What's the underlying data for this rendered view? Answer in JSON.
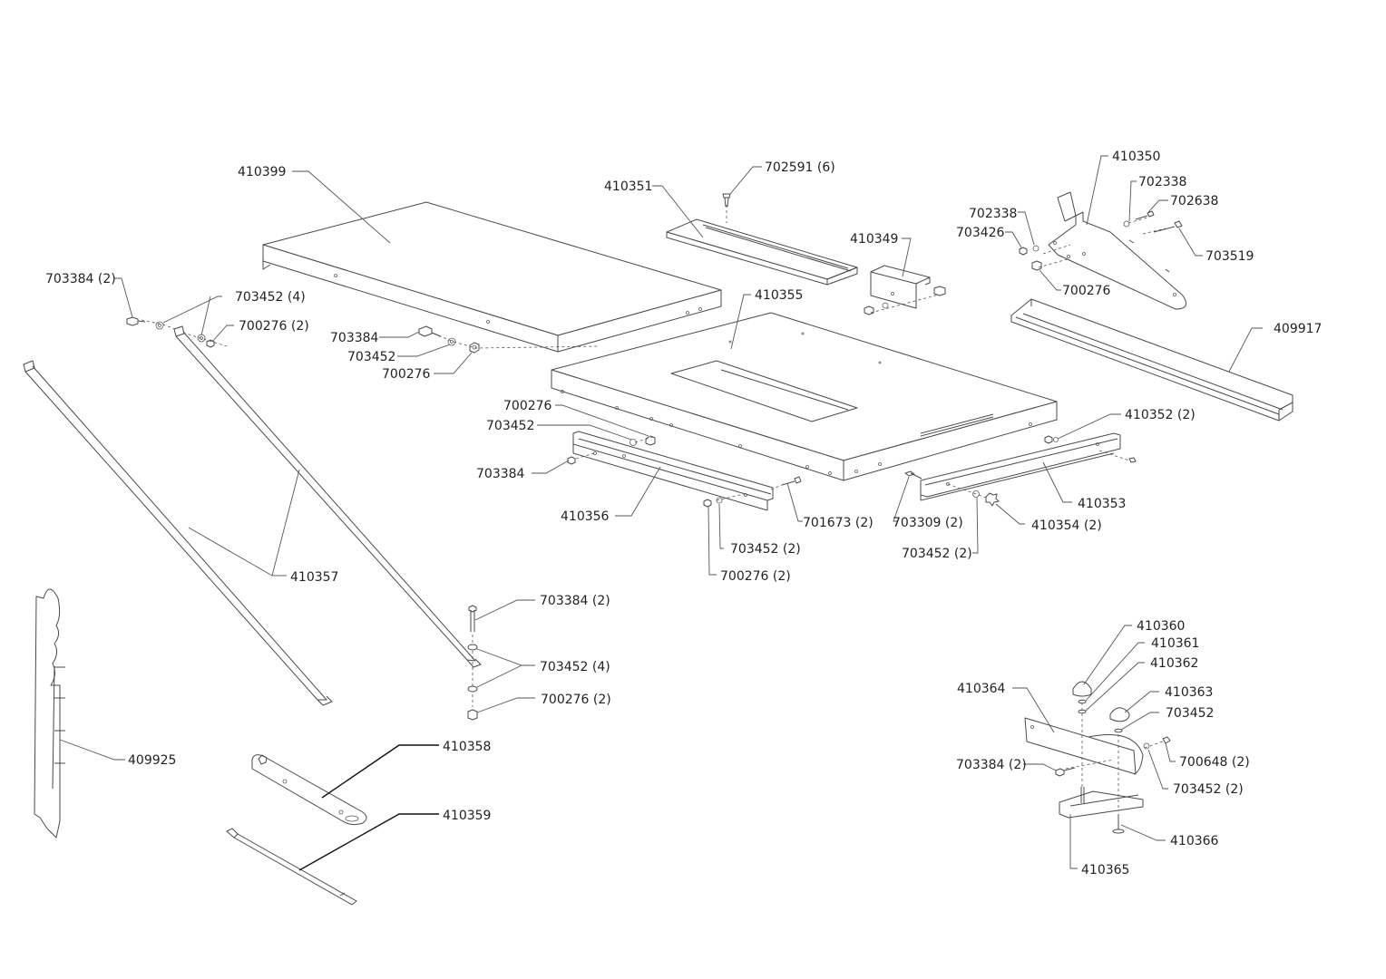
{
  "diagram": {
    "type": "exploded-parts-diagram",
    "subject": "table saw table, fence rails and stand assembly",
    "labels": {
      "p410399": "410399",
      "p703384_2a": "703384 (2)",
      "p703452_4a": "703452 (4)",
      "p700276_2a": "700276 (2)",
      "p703384_b": "703384",
      "p703452_b": "703452",
      "p700276_b": "700276",
      "p410351": "410351",
      "p702591": "702591 (6)",
      "p410349": "410349",
      "p410355": "410355",
      "p410350": "410350",
      "p702338_a": "702338",
      "p702638": "702638",
      "p702338_b": "702338",
      "p703426": "703426",
      "p703519": "703519",
      "p700276_c": "700276",
      "p409917": "409917",
      "p700276_d": "700276",
      "p703452_d": "703452",
      "p703384_d": "703384",
      "p410356": "410356",
      "p701673": "701673 (2)",
      "p703452_2d": "703452 (2)",
      "p700276_2d": "700276 (2)",
      "p410352": "410352 (2)",
      "p410353": "410353",
      "p703309": "703309 (2)",
      "p410354": "410354 (2)",
      "p703452_2e": "703452 (2)",
      "p410357": "410357",
      "p703384_2f": "703384 (2)",
      "p703452_4f": "703452 (4)",
      "p700276_2f": "700276 (2)",
      "p409925": "409925",
      "p410358": "410358",
      "p410359": "410359",
      "p410360": "410360",
      "p410361": "410361",
      "p410362": "410362",
      "p410363": "410363",
      "p410364": "410364",
      "p703452_g": "703452",
      "p700648": "700648 (2)",
      "p703384_2g": "703384 (2)",
      "p703452_2g": "703452 (2)",
      "p410366": "410366",
      "p410365": "410365"
    }
  }
}
